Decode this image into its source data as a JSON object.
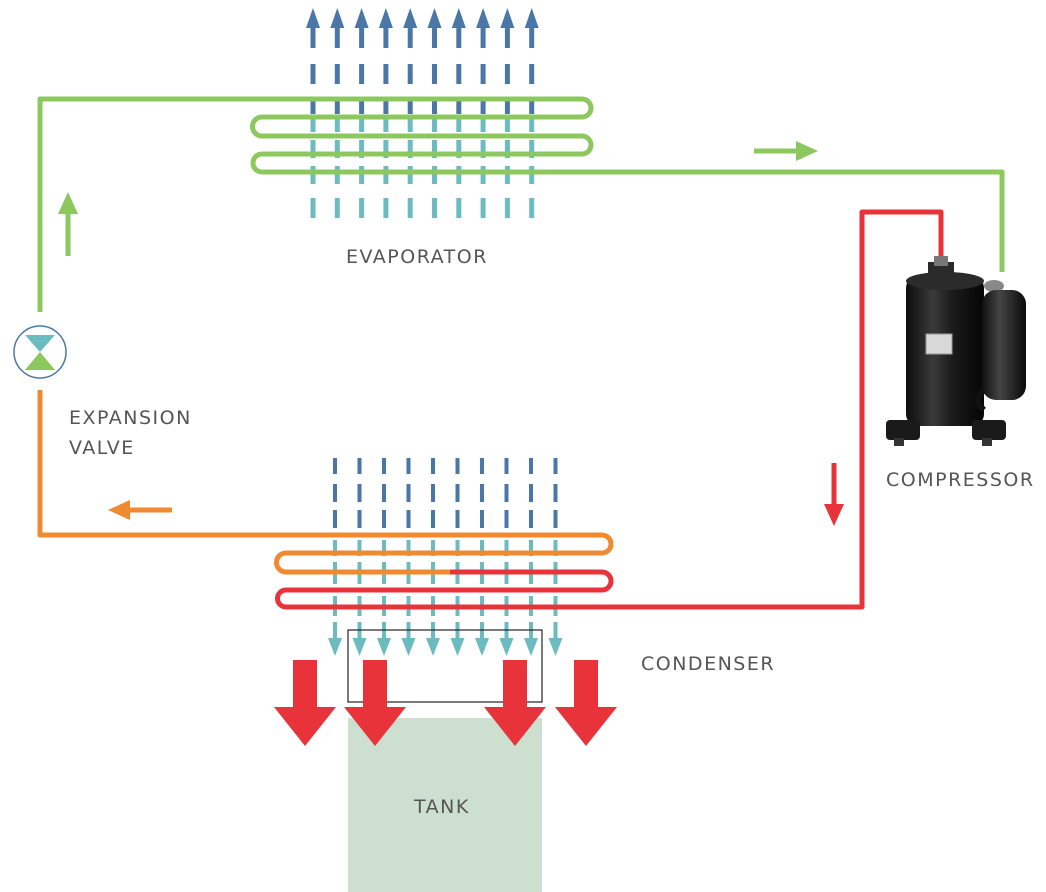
{
  "labels": {
    "evaporator": "EVAPORATOR",
    "expansion_line1": "EXPANSION",
    "expansion_line2": "VALVE",
    "compressor": "COMPRESSOR",
    "condenser": "CONDENSER",
    "tank": "TANK"
  },
  "colors": {
    "low_pressure_pipe": "#8dc85e",
    "hot_gas_pipe": "#e8333a",
    "liquid_pipe": "#f08a30",
    "air_in": "#4a77a8",
    "air_cooled": "#6bbcc0",
    "heat_arrow": "#e8333a",
    "tank": "#cde0d0",
    "compressor_body": "#1f1f1f"
  }
}
